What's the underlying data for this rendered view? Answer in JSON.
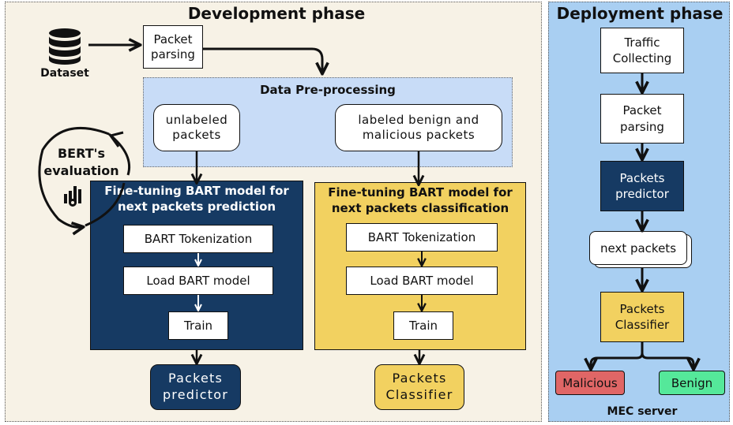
{
  "development": {
    "title": "Development phase",
    "dataset_label": "Dataset",
    "packet_parsing": "Packet\nparsing",
    "preprocessing": {
      "title": "Data Pre-processing",
      "unlabeled": "unlabeled\npackets",
      "labeled": "labeled benign and\nmalicious packets"
    },
    "evaluation": "BERT's\nevaluation",
    "prediction_model": {
      "title": "Fine-tuning BART model for\nnext packets prediction",
      "steps": [
        "BART Tokenization",
        "Load BART model",
        "Train"
      ],
      "output": "Packets\npredictor"
    },
    "classification_model": {
      "title": "Fine-tuning BART model for\nnext packets classification",
      "steps": [
        "BART Tokenization",
        "Load BART model",
        "Train"
      ],
      "output": "Packets\nClassifier"
    }
  },
  "deployment": {
    "title": "Deployment phase",
    "traffic": "Traffic\nCollecting",
    "parsing": "Packet\nparsing",
    "predictor": "Packets\npredictor",
    "next_packets": "next packets",
    "classifier": "Packets\nClassifier",
    "malicious": "Malicious",
    "benign": "Benign",
    "server": "MEC server"
  },
  "colors": {
    "navy": "#163a63",
    "gold": "#f2d160",
    "light_blue": "#a9cff2",
    "preprocessing_blue": "#c8dcf7",
    "malicious_red": "#e06666",
    "benign_green": "#55e89a"
  }
}
